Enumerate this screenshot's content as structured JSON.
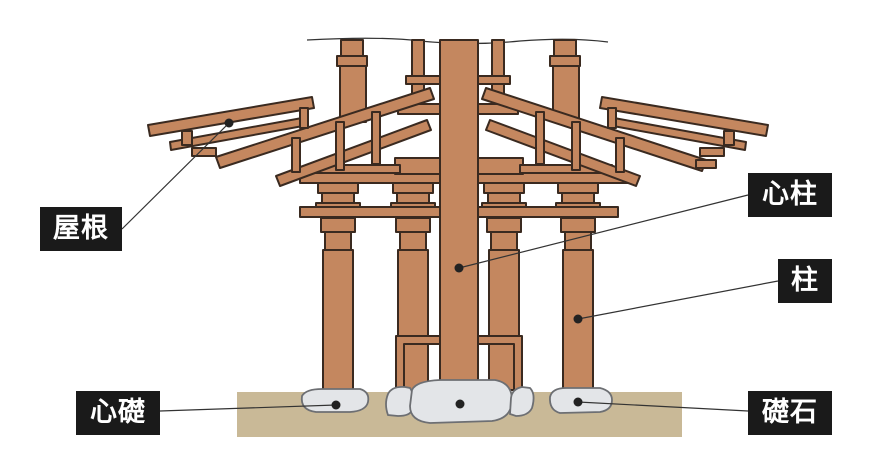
{
  "labels": {
    "roof": "屋根",
    "central_pillar": "心柱",
    "pillar": "柱",
    "central_foundation_stone": "心礎",
    "foundation_stone": "礎石"
  },
  "colors": {
    "wood": "#c4875f",
    "wood_outline": "#3a2a20",
    "ground": "#c9b997",
    "stone": "#e3e5e8",
    "label_bg": "#1a1a1a",
    "label_text": "#ffffff",
    "leader_line": "#333333"
  }
}
